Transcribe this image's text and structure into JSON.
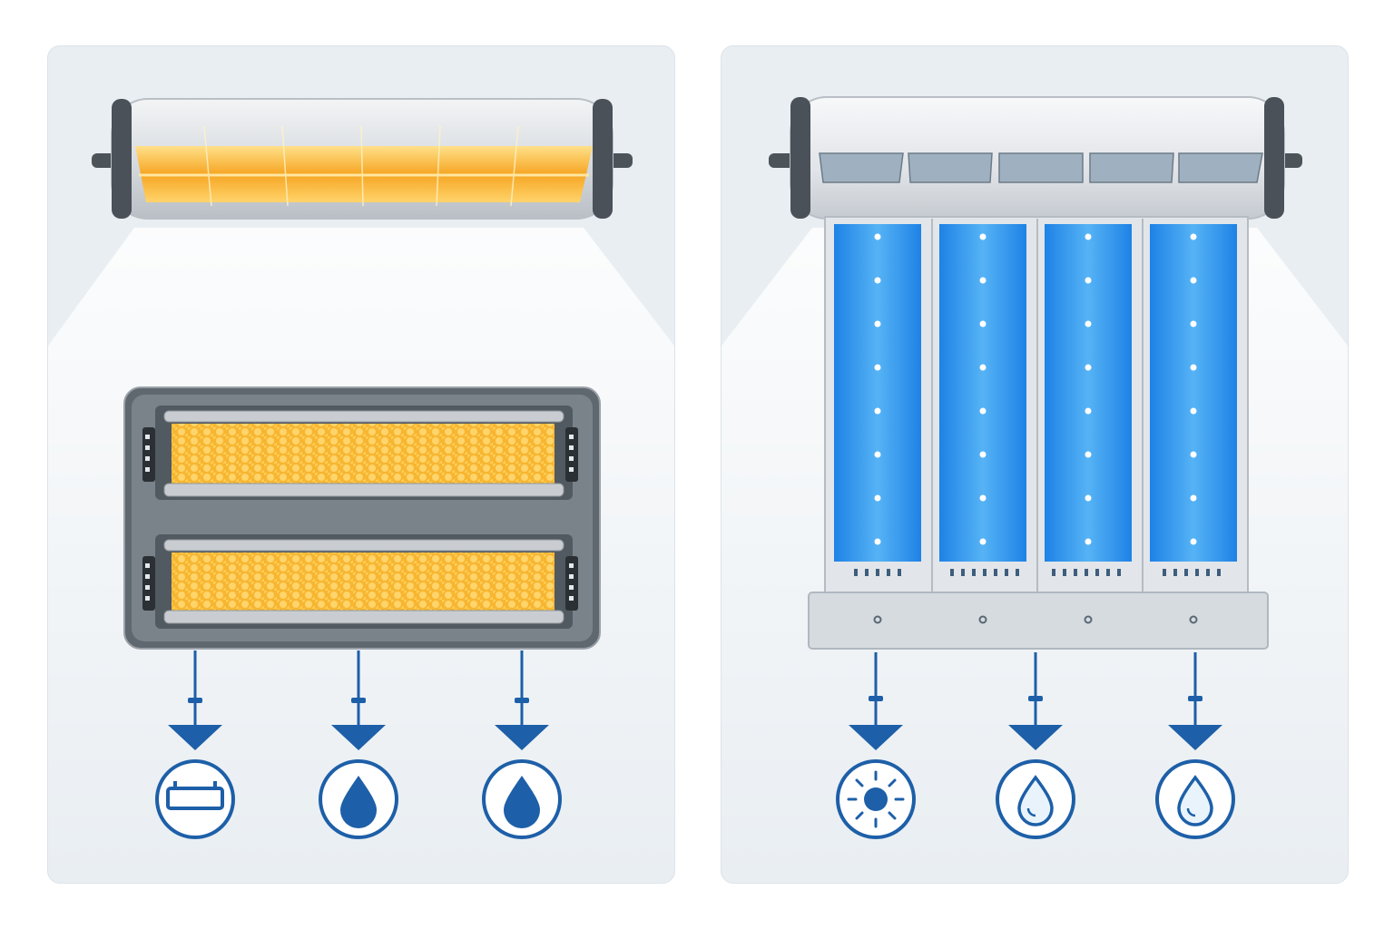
{
  "colors": {
    "panel_bg": "#e9eef2",
    "accent_blue": "#1d5fa8",
    "heat_amber": "#f5b53a",
    "heat_glow": "#ffd66b",
    "water_blue": "#2f8fe8",
    "frame_gray": "#6f7880",
    "housing_silver": "#dfe3e7"
  },
  "left_panel": {
    "heater_slots": 5,
    "element_rows": 2,
    "outputs": [
      "heater-icon",
      "droplet-icon",
      "droplet-icon"
    ]
  },
  "right_panel": {
    "vent_slots": 5,
    "cassettes": 4,
    "dots_per_cassette": 8,
    "outputs": [
      "sun-icon",
      "droplet-outline-icon",
      "droplet-outline-icon"
    ]
  }
}
